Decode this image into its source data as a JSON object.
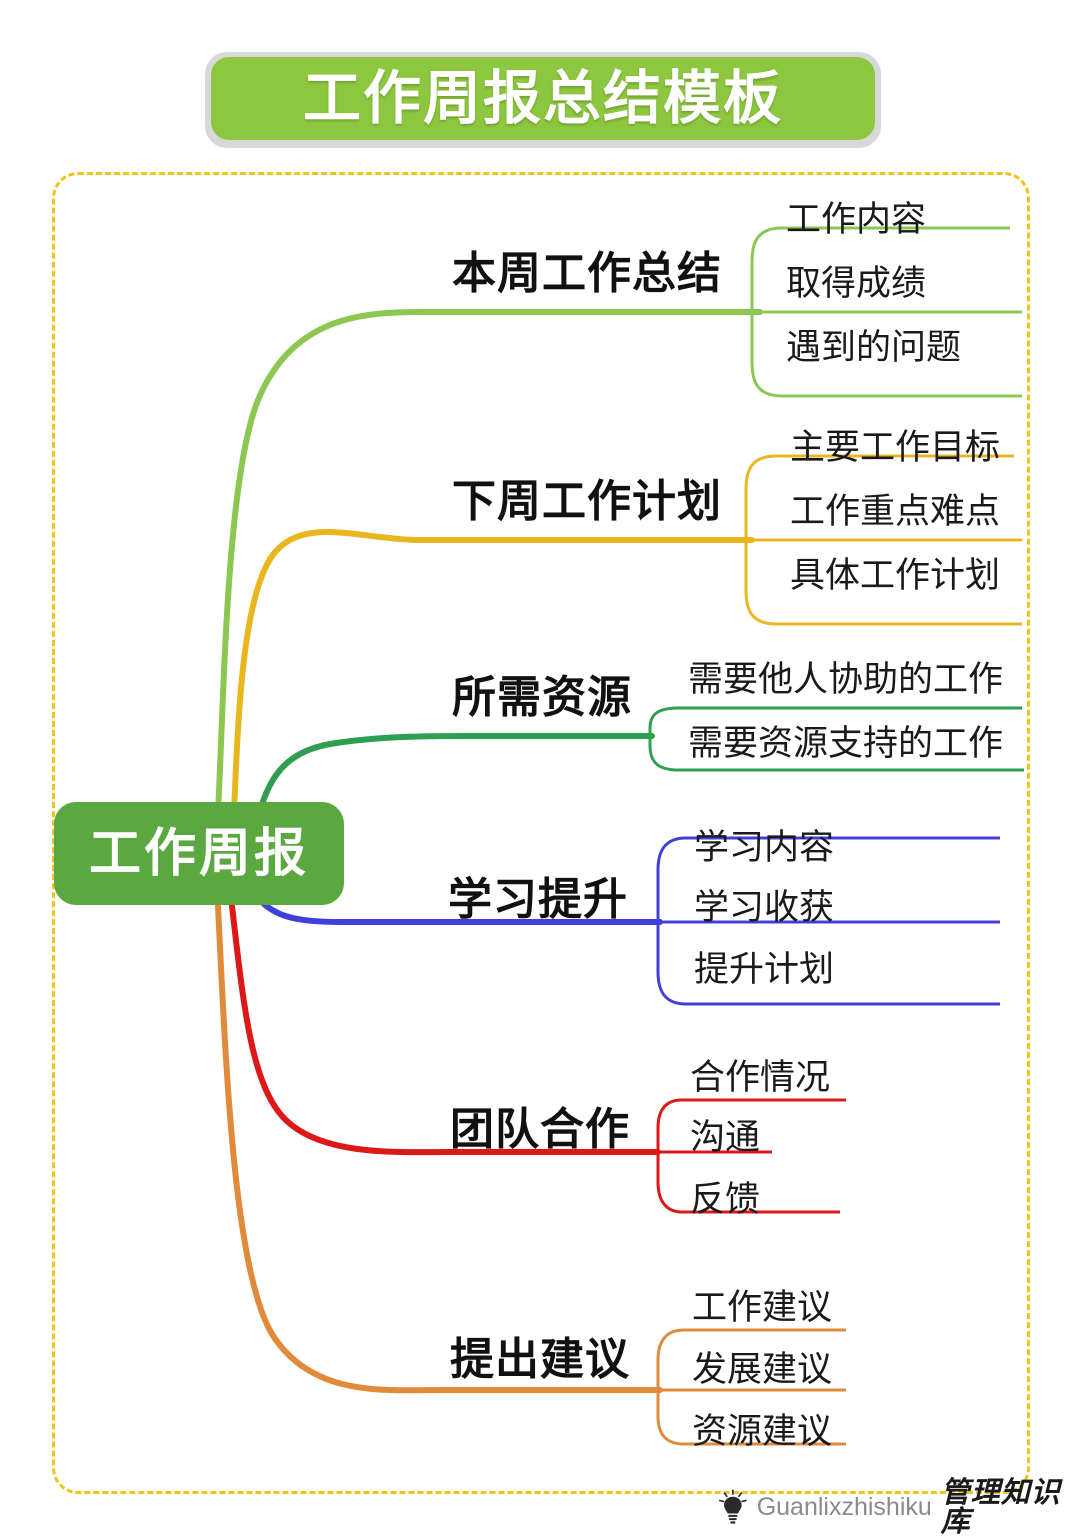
{
  "title": {
    "text": "工作周报总结模板",
    "box_color": "#8dc63f",
    "shadow_color": "#d8d8d8",
    "text_color": "#ffffff"
  },
  "frame": {
    "border_color": "#f0c419",
    "style": "dashed-rounded"
  },
  "root": {
    "label": "工作周报",
    "color": "#5aa83f",
    "text_color": "#ffffff"
  },
  "branches": [
    {
      "label": "本周工作总结",
      "color": "#8cc751",
      "children": [
        "工作内容",
        "取得成绩",
        "遇到的问题"
      ]
    },
    {
      "label": "下周工作计划",
      "color": "#e8b720",
      "children": [
        "主要工作目标",
        "工作重点难点",
        "具体工作计划"
      ]
    },
    {
      "label": "所需资源",
      "color": "#2e9e50",
      "children": [
        "需要他人协助的工作",
        "需要资源支持的工作"
      ]
    },
    {
      "label": "学习提升",
      "color": "#4040d8",
      "children": [
        "学习内容",
        "学习收获",
        "提升计划"
      ]
    },
    {
      "label": "团队合作",
      "color": "#dd1818",
      "children": [
        "合作情况",
        "沟通",
        "反馈"
      ]
    },
    {
      "label": "提出建议",
      "color": "#e08a3c",
      "children": [
        "工作建议",
        "发展建议",
        "资源建议"
      ]
    }
  ],
  "footer": {
    "icon": "lightbulb-icon",
    "pinyin": "Guanlixzhishiku",
    "chinese": "管理知识库"
  }
}
